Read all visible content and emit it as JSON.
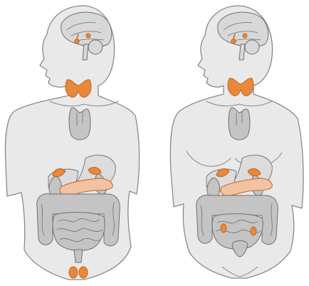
{
  "colors": {
    "background": "#ffffff",
    "skin_fill": "#e9e9e9",
    "outline": "#8a8a8a",
    "brain_fill": "#d8d8d8",
    "organ_fill": "#c4c4c4",
    "organ_outline": "#6f6f6f",
    "gland_orange": "#e8883a",
    "gland_orange_dark": "#c4641f",
    "pancreas_fill": "#f2c3a2"
  },
  "figures": [
    {
      "id": "male",
      "glands_shown": [
        "pituitary",
        "pineal",
        "thyroid",
        "adrenal",
        "pancreas",
        "testes"
      ]
    },
    {
      "id": "female",
      "glands_shown": [
        "pituitary",
        "pineal",
        "thyroid",
        "adrenal",
        "pancreas",
        "ovaries"
      ]
    }
  ],
  "icons": {
    "male_figure": "male-body-endocrine-icon",
    "female_figure": "female-body-endocrine-icon"
  }
}
